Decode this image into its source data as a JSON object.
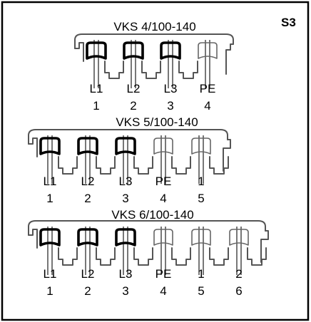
{
  "sheet_tag": "S3",
  "connectors": [
    {
      "title": "VKS 4/100-140",
      "poles": [
        {
          "label": "L1",
          "number": "1",
          "clamp": "closed"
        },
        {
          "label": "L2",
          "number": "2",
          "clamp": "closed"
        },
        {
          "label": "L3",
          "number": "3",
          "clamp": "closed"
        },
        {
          "label": "PE",
          "number": "4",
          "clamp": "open"
        }
      ]
    },
    {
      "title": "VKS 5/100-140",
      "poles": [
        {
          "label": "L1",
          "number": "1",
          "clamp": "closed"
        },
        {
          "label": "L2",
          "number": "2",
          "clamp": "closed"
        },
        {
          "label": "L3",
          "number": "3",
          "clamp": "closed"
        },
        {
          "label": "PE",
          "number": "4",
          "clamp": "open"
        },
        {
          "label": "1",
          "number": "5",
          "clamp": "open"
        }
      ]
    },
    {
      "title": "VKS 6/100-140",
      "poles": [
        {
          "label": "L1",
          "number": "1",
          "clamp": "closed"
        },
        {
          "label": "L2",
          "number": "2",
          "clamp": "closed"
        },
        {
          "label": "L3",
          "number": "3",
          "clamp": "closed"
        },
        {
          "label": "PE",
          "number": "4",
          "clamp": "open"
        },
        {
          "label": "1",
          "number": "5",
          "clamp": "open"
        },
        {
          "label": "2",
          "number": "6",
          "clamp": "open"
        }
      ]
    }
  ]
}
